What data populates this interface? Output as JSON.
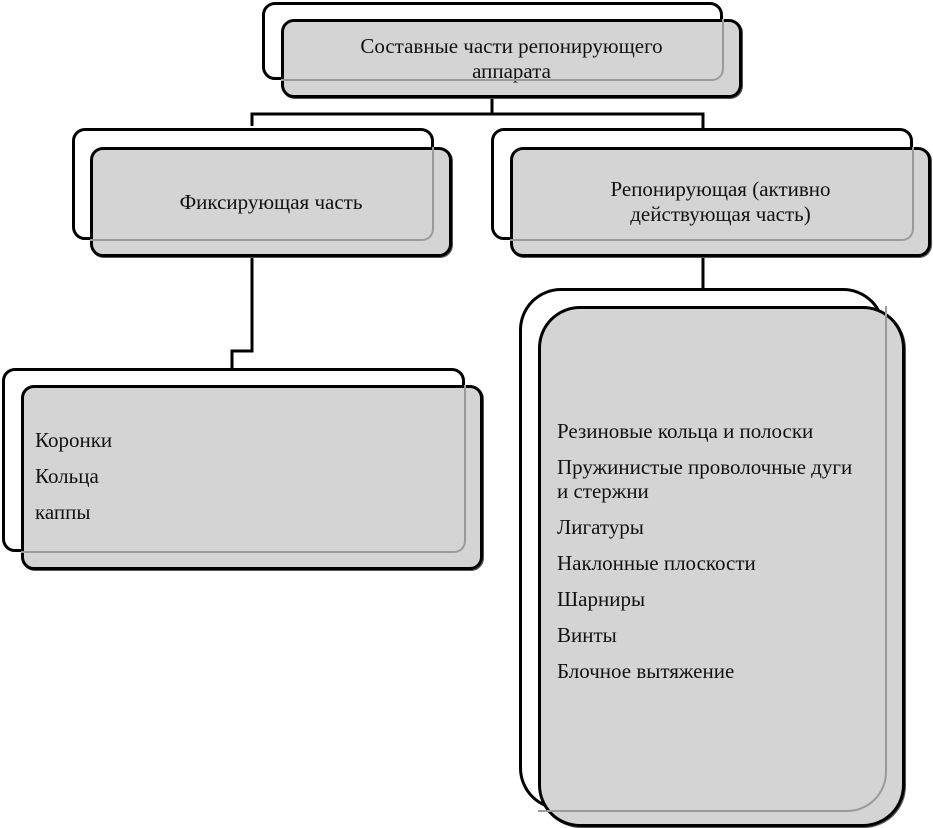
{
  "root": {
    "text": "Составные части репонирующего аппарата"
  },
  "fixing": {
    "title": "Фиксирующая часть",
    "items": [
      "Коронки",
      "Кольца",
      "каппы"
    ]
  },
  "repositioning": {
    "title": "Репонирующая (активно действующая часть)",
    "items": [
      "Резиновые кольца и полоски",
      "Пружинистые проволочные дуги и стержни",
      "Лигатуры",
      "Наклонные плоскости",
      "Шарниры",
      "Винты",
      "Блочное вытяжение"
    ]
  }
}
